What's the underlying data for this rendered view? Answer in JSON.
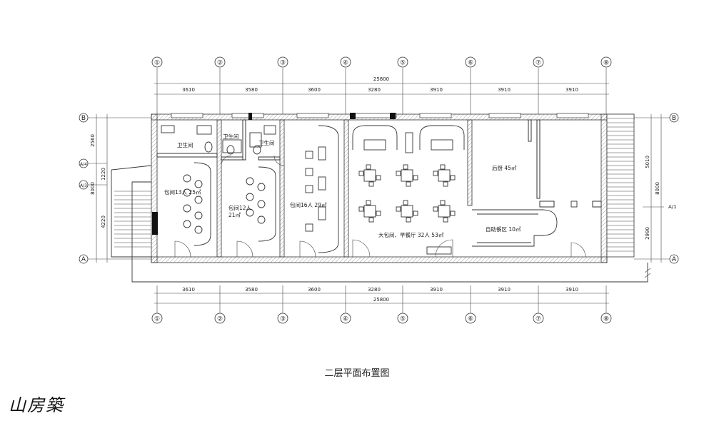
{
  "axes": {
    "top_labels": [
      "①",
      "②",
      "③",
      "④",
      "⑤",
      "⑥",
      "⑦",
      "⑧"
    ],
    "bottom_labels": [
      "①",
      "②",
      "③",
      "④",
      "⑤",
      "⑥",
      "⑦",
      "⑧"
    ],
    "total_top": "25800",
    "total_bottom": "25800",
    "spans_top": [
      "3610",
      "3580",
      "3600",
      "3280",
      "3910",
      "3910",
      "3910"
    ],
    "spans_bottom": [
      "3610",
      "3580",
      "3600",
      "3280",
      "3910",
      "3910",
      "3910"
    ],
    "left_labels": [
      "B",
      "A/4",
      "A/3",
      "A"
    ],
    "right_labels": [
      "B",
      "A/1",
      "A"
    ],
    "left_dims": [
      "2560",
      "1220",
      "4220"
    ],
    "left_total": "8000",
    "right_dims": [
      "5010",
      "2990"
    ],
    "right_total": "8000"
  },
  "rooms": {
    "wc1": "卫生间",
    "wc2": "卫生间",
    "wc3": "卫生间",
    "private1": "包间13人 25㎡",
    "private2_line1": "包间12人",
    "private2_line2": "21㎡",
    "private3": "包间16人 29㎡",
    "hall": "大包间、早餐厅 32人 53㎡",
    "kitchen": "后厨 45㎡",
    "buffet": "自助餐区 10㎡"
  },
  "caption": "二层平面布置图",
  "brand": "山房築"
}
